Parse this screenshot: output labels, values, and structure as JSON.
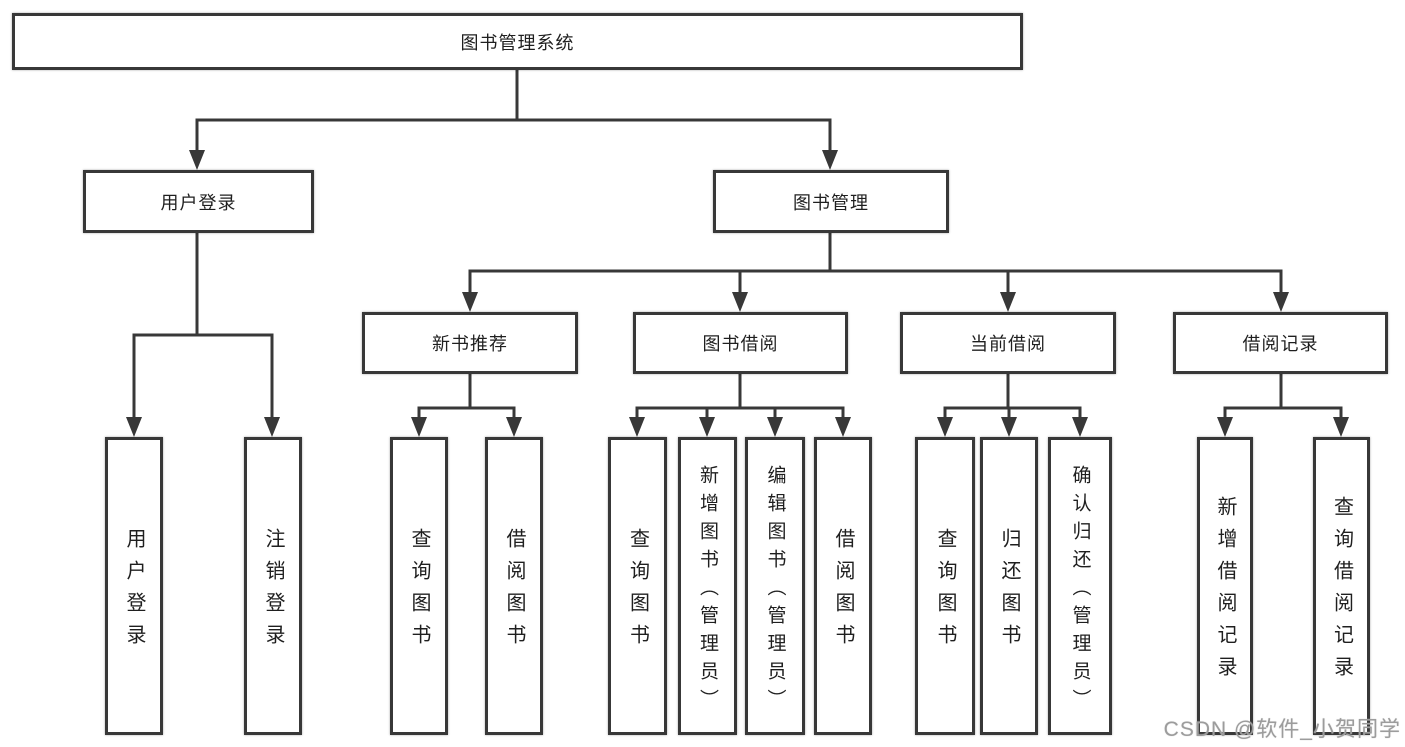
{
  "watermark": {
    "text": "CSDN @软件_小贺同学"
  },
  "tree": {
    "root": {
      "label": "图书管理系统"
    },
    "children": [
      {
        "label": "用户登录",
        "children": [
          {
            "label": "用户登录"
          },
          {
            "label": "注销登录"
          }
        ]
      },
      {
        "label": "图书管理",
        "children": [
          {
            "label": "新书推荐",
            "children": [
              {
                "label": "查询图书"
              },
              {
                "label": "借阅图书"
              }
            ]
          },
          {
            "label": "图书借阅",
            "children": [
              {
                "label": "查询图书"
              },
              {
                "label": "新增图书（管理员）"
              },
              {
                "label": "编辑图书（管理员）"
              },
              {
                "label": "借阅图书"
              }
            ]
          },
          {
            "label": "当前借阅",
            "children": [
              {
                "label": "查询图书"
              },
              {
                "label": "归还图书"
              },
              {
                "label": "确认归还（管理员）"
              }
            ]
          },
          {
            "label": "借阅记录",
            "children": [
              {
                "label": "新增借阅记录"
              },
              {
                "label": "查询借阅记录"
              }
            ]
          }
        ]
      }
    ]
  }
}
